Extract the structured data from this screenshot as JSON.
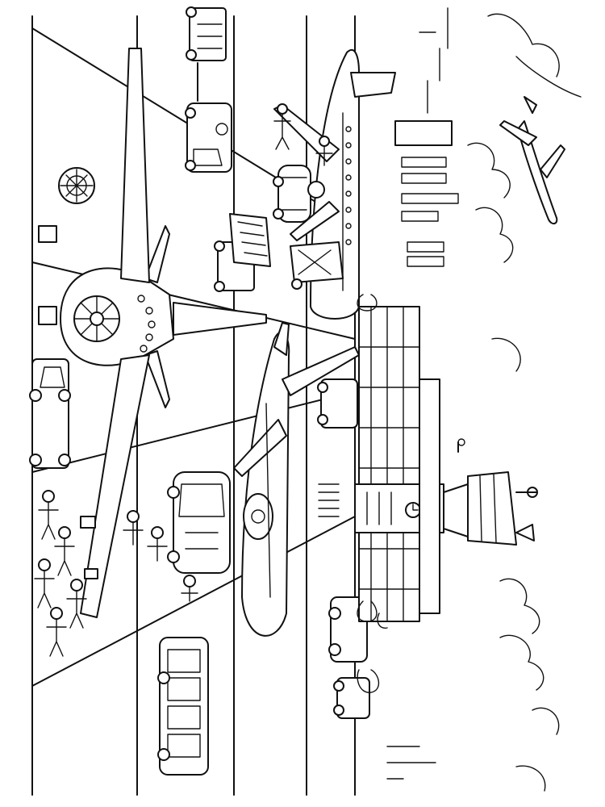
{
  "image": {
    "kind": "coloring-page",
    "subject": "airport",
    "orientation": "rotated-90",
    "palette": {
      "ink": "#111111",
      "paper": "#ffffff"
    }
  }
}
